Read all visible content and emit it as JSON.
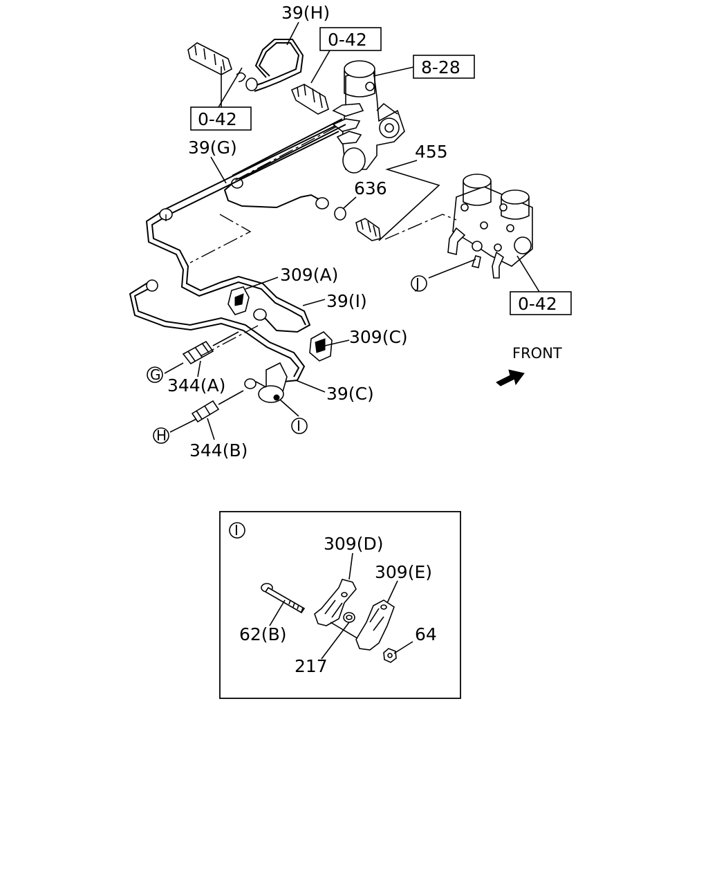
{
  "labels": {
    "l39h": "39(H)",
    "l39g": "39(G)",
    "l39i": "39(I)",
    "l39c": "39(C)",
    "l309a": "309(A)",
    "l309c": "309(C)",
    "l309d": "309(D)",
    "l309e": "309(E)",
    "l344a": "344(A)",
    "l344b": "344(B)",
    "l455": "455",
    "l636": "636",
    "l62b": "62(B)",
    "l217": "217",
    "l64": "64"
  },
  "refs": {
    "r042_top": "0-42",
    "r042_left": "0-42",
    "r828": "8-28",
    "r042_right": "0-42"
  },
  "markers": {
    "g": "G",
    "h": "H",
    "i": "I",
    "j": "J",
    "detail": "I"
  },
  "front_label": "FRONT"
}
